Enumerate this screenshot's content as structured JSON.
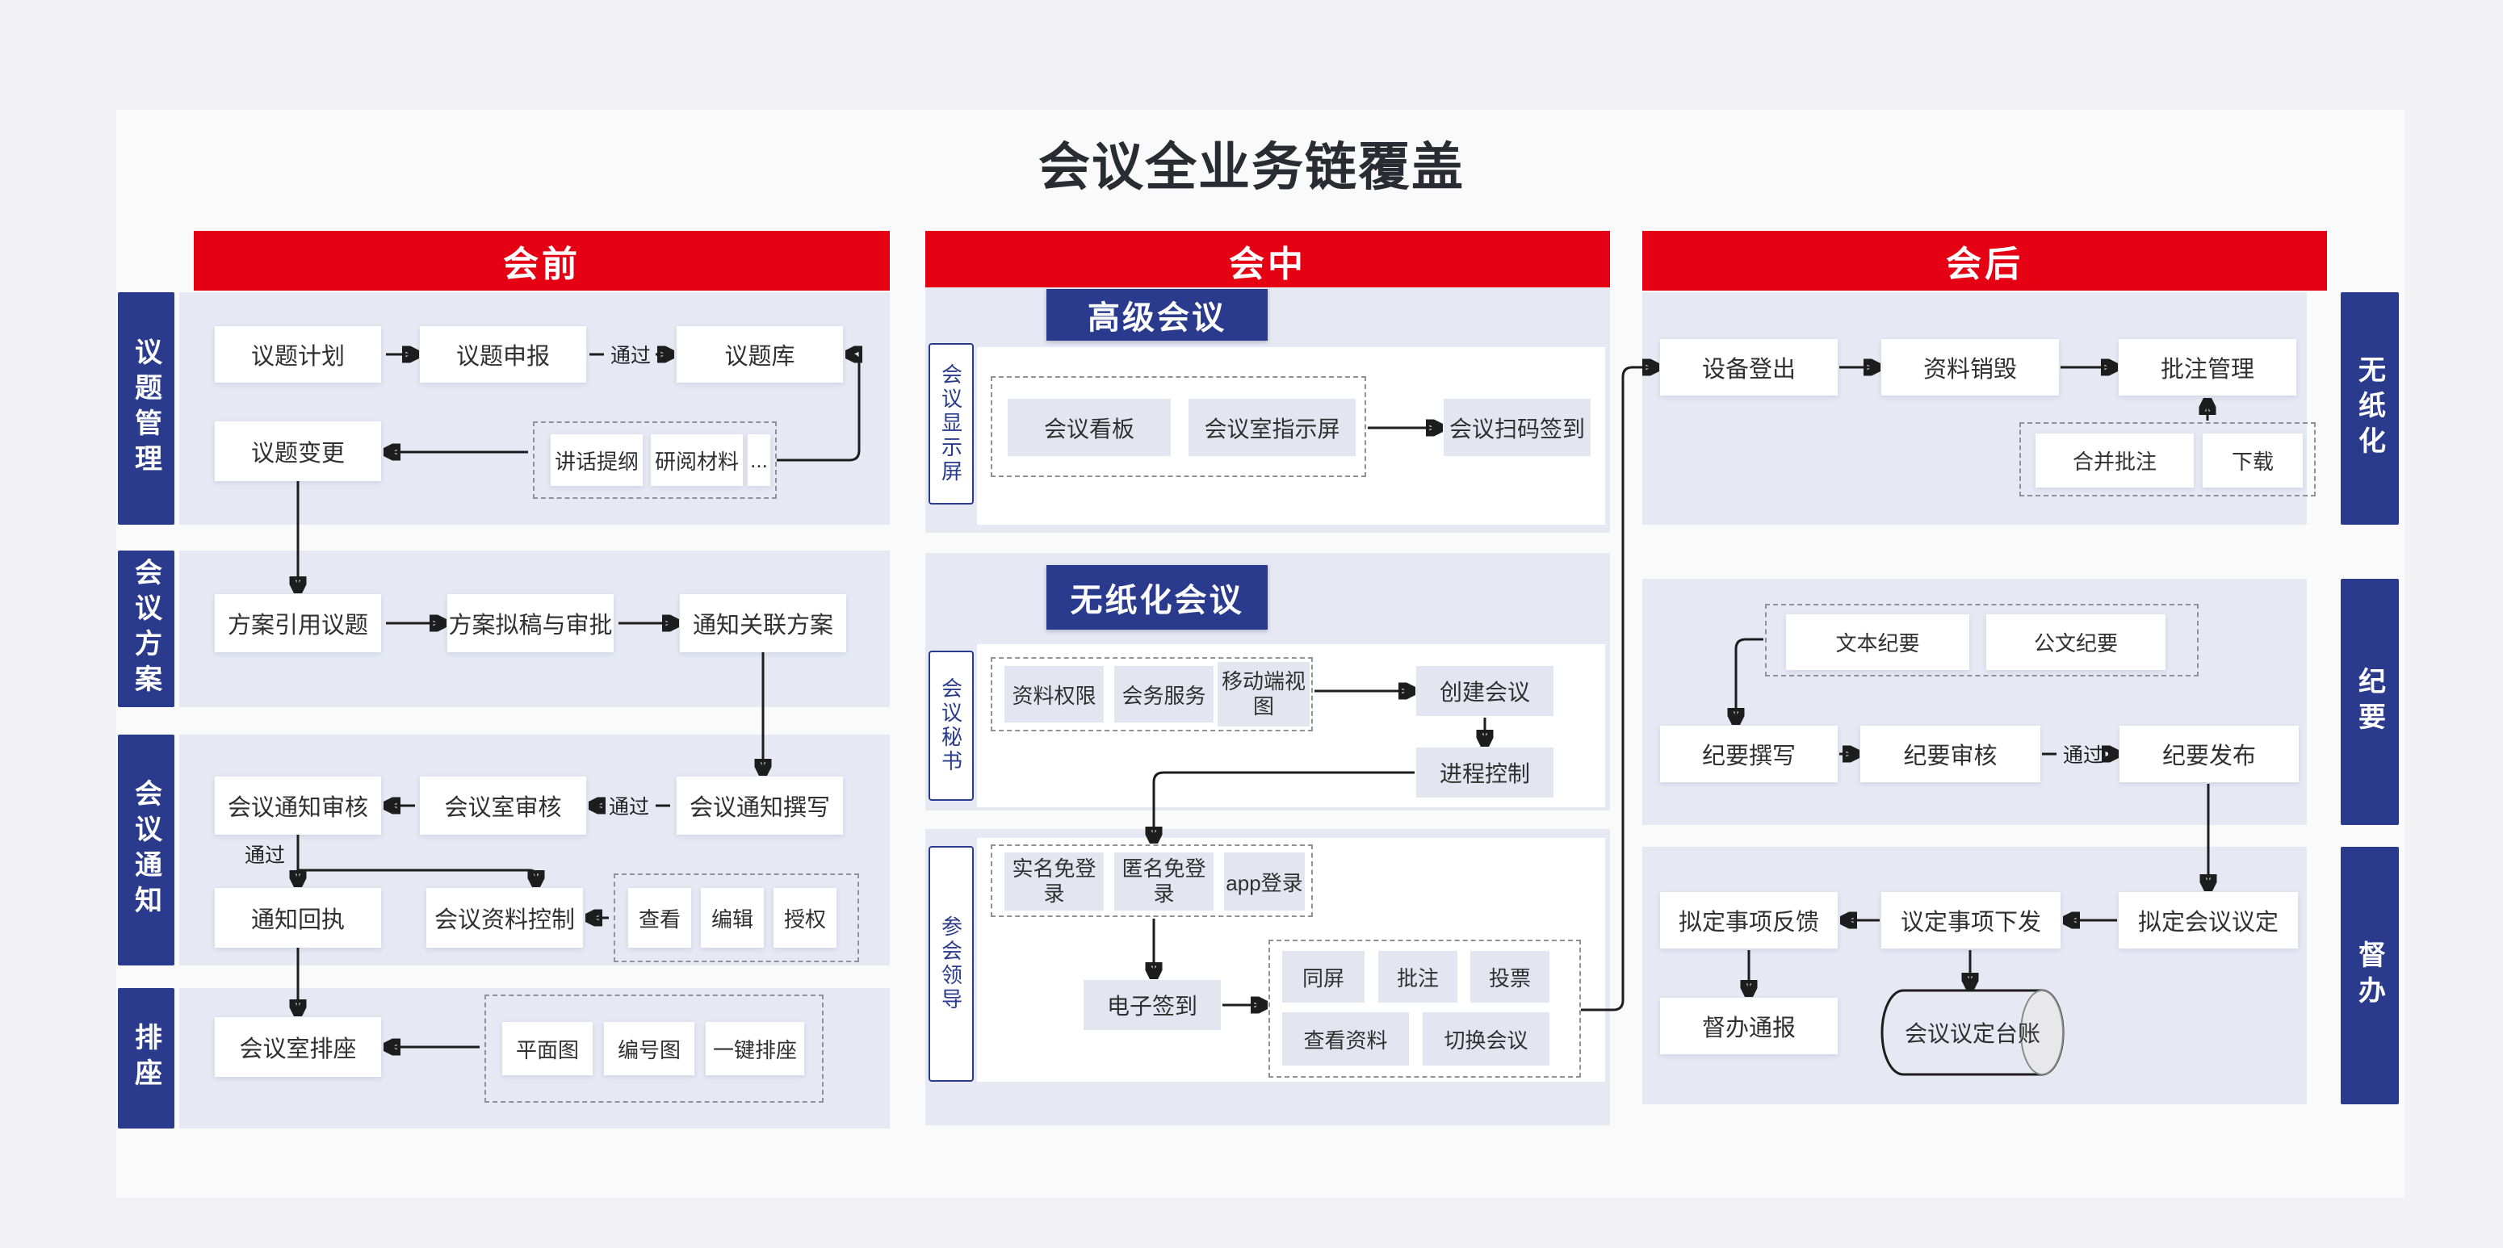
{
  "title": "会议全业务链覆盖",
  "labels": {
    "pass": "通过",
    "ellipsis": "..."
  },
  "colors": {
    "accent_red": "#e60013",
    "accent_blue": "#2a3b8d",
    "section_bg": "#e6e8f3",
    "mid_box_bg": "#e3e6f1",
    "page_bg": "#f2f2f4"
  },
  "headers": {
    "pre": "会前",
    "mid": "会中",
    "post": "会后"
  },
  "topic": {
    "label": "议题管理",
    "plan": "议题计划",
    "apply": "议题申报",
    "library": "议题库",
    "change": "议题变更",
    "speech_outline": "讲话提纲",
    "review_materials": "研阅材料"
  },
  "plan": {
    "label": "会议方案",
    "cite": "方案引用议题",
    "draft": "方案拟稿与审批",
    "link_notice": "通知关联方案"
  },
  "notice": {
    "label": "会议通知",
    "review": "会议通知审核",
    "room_review": "会议室审核",
    "write": "会议通知撰写",
    "receipt": "通知回执",
    "material_control": "会议资料控制",
    "view": "查看",
    "edit": "编辑",
    "authorize": "授权"
  },
  "seating": {
    "label": "排座",
    "room_seating": "会议室排座",
    "floor_plan": "平面图",
    "number_plan": "编号图",
    "one_click": "一键排座"
  },
  "mid_banners": {
    "senior": "高级会议",
    "paperless": "无纸化会议"
  },
  "display": {
    "label": "会议显示屏",
    "board": "会议看板",
    "indicator": "会议室指示屏",
    "scan_sign": "会议扫码签到"
  },
  "secretary": {
    "label": "会议秘书",
    "material_perm": "资料权限",
    "service": "会务服务",
    "mobile_view": "移动端视图",
    "create": "创建会议",
    "process": "进程控制"
  },
  "leaders": {
    "label": "参会领导",
    "real_name": "实名免登录",
    "anonymous": "匿名免登录",
    "app_login": "app登录",
    "esign": "电子签到",
    "same_screen": "同屏",
    "annotate": "批注",
    "vote": "投票",
    "view_materials": "查看资料",
    "switch_meeting": "切换会议"
  },
  "paperless": {
    "label": "无纸化",
    "device_logout": "设备登出",
    "material_destroy": "资料销毁",
    "annotation_mgmt": "批注管理",
    "merge_annotation": "合并批注",
    "download": "下载"
  },
  "minutes": {
    "label": "纪要",
    "text_minutes": "文本纪要",
    "doc_minutes": "公文纪要",
    "write": "纪要撰写",
    "review": "纪要审核",
    "publish": "纪要发布"
  },
  "supervision": {
    "label": "督办",
    "item_feedback": "拟定事项反馈",
    "item_issue": "议定事项下发",
    "meeting_decision": "拟定会议议定",
    "notify": "督办通报",
    "ledger": "会议议定台账"
  }
}
